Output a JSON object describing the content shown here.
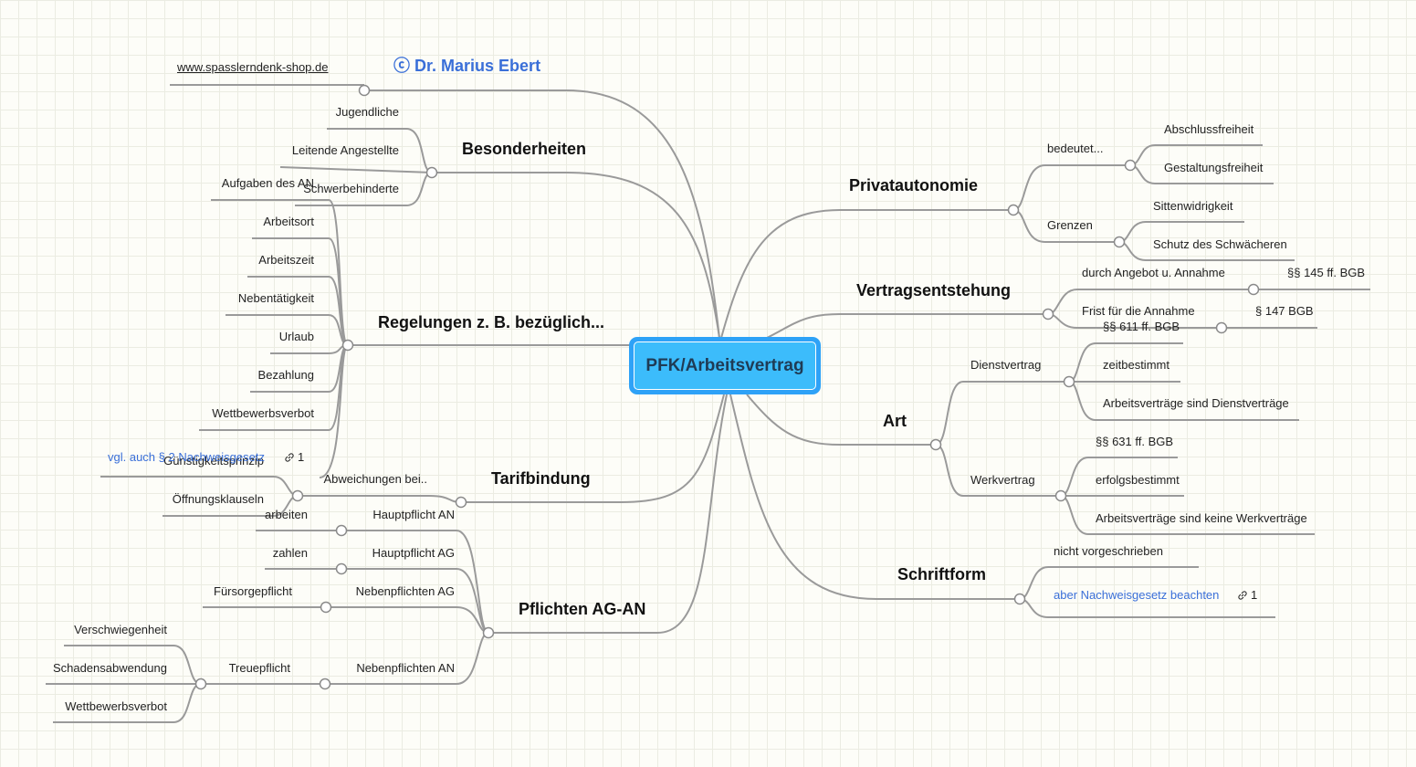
{
  "root": {
    "title": "PFK/Arbeitsvertrag"
  },
  "header": {
    "website": "www.spasslerndenk-shop.de",
    "copyright_symbol": "ⓒ",
    "author": "Dr. Marius Ebert"
  },
  "branches": {
    "besonderheiten": {
      "title": "Besonderheiten",
      "items": [
        "Jugendliche",
        "Leitende Angestellte",
        "Schwerbehinderte"
      ]
    },
    "regelungen": {
      "title": "Regelungen z. B.  bezüglich...",
      "items": [
        "Aufgaben des AN",
        "Arbeitsort",
        "Arbeitszeit",
        "Nebentätigkeit",
        "Urlaub",
        "Bezahlung",
        "Wettbewerbsverbot"
      ]
    },
    "tarifbindung": {
      "title": "Tarifbindung",
      "abweichungen": "Abweichungen bei..",
      "guenstigkeit": "Günstigkeitsprinzip",
      "guenstigkeit_note": "vgl. auch  § 2 Nachweisgesetz",
      "guenstigkeit_link_count": "1",
      "oeffnung": "Öffnungsklauseln"
    },
    "pflichten": {
      "title": "Pflichten AG-AN",
      "hauptpflicht_an": "Hauptpflicht AN",
      "arbeiten": "arbeiten",
      "hauptpflicht_ag": "Hauptpflicht AG",
      "zahlen": "zahlen",
      "nebenpflichten_ag": "Nebenpflichten AG",
      "fuersorge": "Fürsorgepflicht",
      "nebenpflichten_an": "Nebenpflichten AN",
      "treuepflicht": "Treuepflicht",
      "treue_items": [
        "Verschwiegenheit",
        "Schadensabwendung",
        "Wettbewerbsverbot"
      ]
    },
    "privatautonomie": {
      "title": "Privatautonomie",
      "bedeutet": "bedeutet...",
      "bedeutet_items": [
        "Abschlussfreiheit",
        "Gestaltungsfreiheit"
      ],
      "grenzen": "Grenzen",
      "grenzen_items": [
        "Sittenwidrigkeit",
        "Schutz des Schwächeren"
      ]
    },
    "vertragsentstehung": {
      "title": "Vertragsentstehung",
      "angebot": "durch Angebot u. Annahme",
      "angebot_ref": "§§ 145 ff. BGB",
      "frist": "Frist für die Annahme",
      "frist_ref": "§ 147 BGB"
    },
    "art": {
      "title": "Art",
      "dienstvertrag": "Dienstvertrag",
      "dienst_items": [
        "§§ 611 ff. BGB",
        "zeitbestimmt",
        "Arbeitsverträge sind Dienstverträge"
      ],
      "werkvertrag": "Werkvertrag",
      "werk_items": [
        "§§ 631 ff. BGB",
        "erfolgsbestimmt",
        "Arbeitsverträge sind keine Werkverträge"
      ]
    },
    "schriftform": {
      "title": "Schriftform",
      "items": [
        "nicht vorgeschrieben",
        "aber Nachweisgesetz beachten"
      ],
      "link_count": "1"
    }
  }
}
